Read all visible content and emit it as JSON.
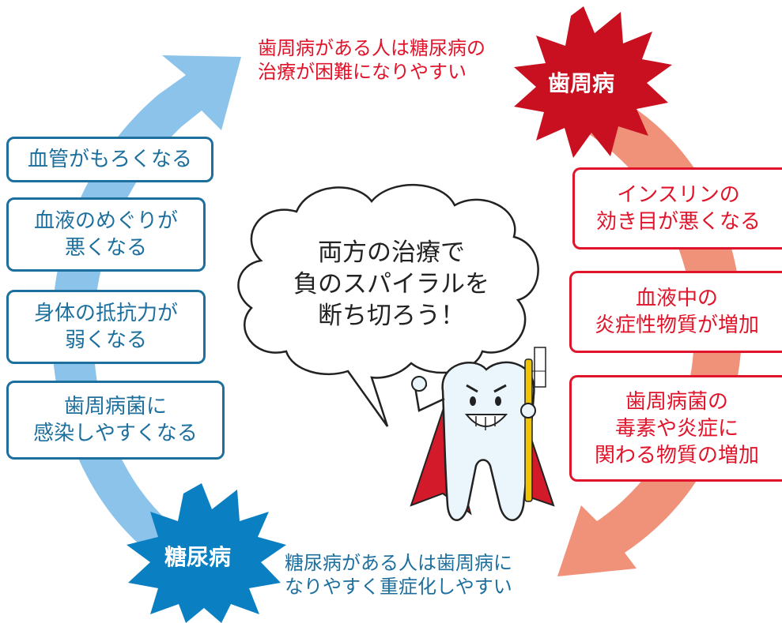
{
  "top_caption": "歯周病がある人は糖尿病の\n治療が困難になりやすい",
  "bottom_caption": "糖尿病がある人は歯周病に\nなりやすく重症化しやすい",
  "burst_periodontal": "歯周病",
  "burst_diabetes": "糖尿病",
  "left_boxes": [
    "血管がもろくなる",
    "血液のめぐりが\n悪くなる",
    "身体の抵抗力が\n弱くなる",
    "歯周病菌に\n感染しやすくなる"
  ],
  "right_boxes": [
    "インスリンの\n効き目が悪くなる",
    "血液中の\n炎症性物質が増加",
    "歯周病菌の\n毒素や炎症に\n関わる物質の増加"
  ],
  "speech": "両方の治療で\n負のスパイラルを\n断ち切ろう！",
  "colors": {
    "blue": "#1d6f9e",
    "red": "#e0142a",
    "blue_arrow": "#8cc3eb",
    "red_arrow": "#f0927a",
    "burst_red": "#c81020",
    "burst_blue": "#0a7fc2"
  }
}
